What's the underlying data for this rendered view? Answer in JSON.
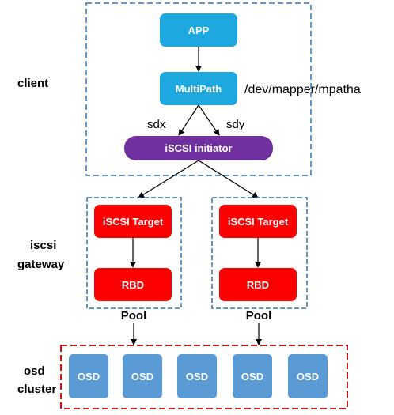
{
  "section_labels": {
    "client": "client",
    "gateway_line1": "iscsi",
    "gateway_line2": "gateway",
    "osd_line1": "osd",
    "osd_line2": "cluster"
  },
  "client": {
    "app": "APP",
    "multipath": "MultiPath",
    "device_path": "/dev/mapper/mpatha",
    "path_left": "sdx",
    "path_right": "sdy",
    "initiator": "iSCSI initiator"
  },
  "gateways": [
    {
      "target": "iSCSI Target",
      "rbd": "RBD",
      "pool": "Pool"
    },
    {
      "target": "iSCSI Target",
      "rbd": "RBD",
      "pool": "Pool"
    }
  ],
  "osds": [
    "OSD",
    "OSD",
    "OSD",
    "OSD",
    "OSD"
  ],
  "colors": {
    "client_box": "#1ea8e0",
    "initiator": "#7030a0",
    "gateway_box": "#ff0000",
    "osd_box": "#5b9bd5",
    "client_border": "#2e75b6",
    "osd_border": "#c00000"
  }
}
